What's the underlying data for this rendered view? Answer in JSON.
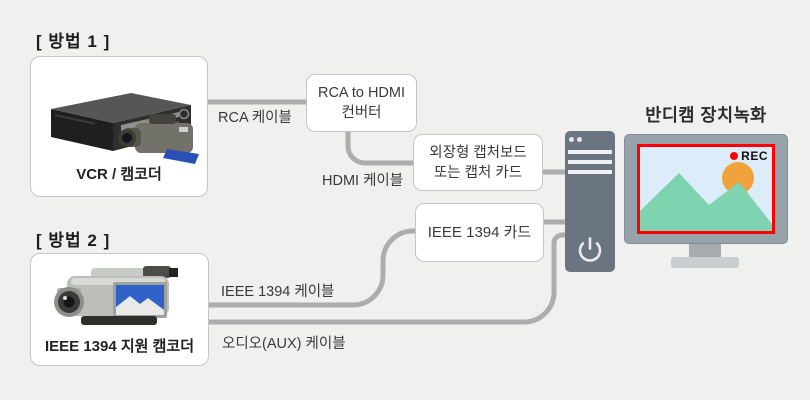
{
  "diagram_title_implicit": "VCR / camcorder to PC capture connection diagram",
  "method1": {
    "heading": "[ 방법 1 ]",
    "device_label": "VCR / 캠코더",
    "cable_rca_label": "RCA 케이블",
    "converter_line1": "RCA to HDMI",
    "converter_line2": "컨버터",
    "cable_hdmi_label": "HDMI 케이블",
    "capture_line1": "외장형 캡처보드",
    "capture_line2": "또는 캡처 카드"
  },
  "method2": {
    "heading": "[ 방법 2 ]",
    "device_label": "IEEE 1394 지원 캠코더",
    "cable_ieee_label": "IEEE 1394 케이블",
    "cable_aux_label": "오디오(AUX) 케이블",
    "card_label": "IEEE 1394 카드"
  },
  "monitor": {
    "title": "반디캠 장치녹화",
    "rec_label": "REC"
  },
  "icons": {
    "power": "power-icon",
    "rec_dot": "record-dot-icon"
  },
  "colors": {
    "background": "#f0f0ee",
    "box_border": "#c5c5c5",
    "cable": "#adadad",
    "tower": "#6b7582",
    "monitor_frame": "#98a2ab",
    "screen_sky": "#dcecf8",
    "mountain": "#7ed4b0",
    "sun": "#f0a23c",
    "rec_red": "#fe0000",
    "text": "#333333"
  }
}
